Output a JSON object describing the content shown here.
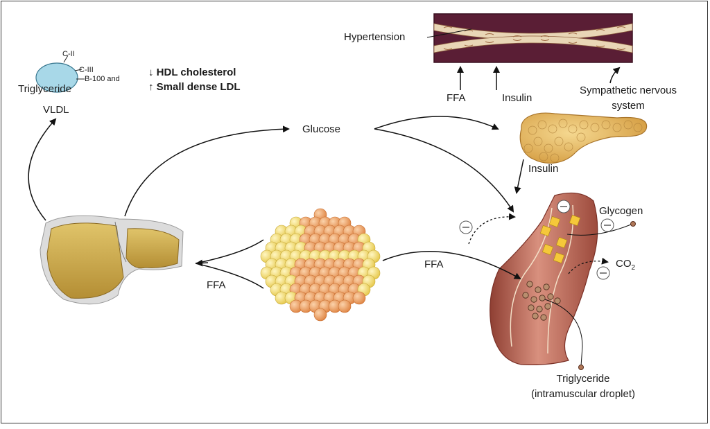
{
  "labels": {
    "hypertension": "Hypertension",
    "ffa_top": "FFA",
    "insulin_top": "Insulin",
    "sympathetic": "Sympathetic nervous",
    "sympathetic_2": "system",
    "glucose": "Glucose",
    "insulin_pancreas": "Insulin",
    "glycogen": "Glycogen",
    "co2": "CO",
    "co2_sub": "2",
    "ffa_middle": "FFA",
    "ffa_left": "FFA",
    "triglyceride_bottom": "Triglyceride",
    "intramuscular": "(intramuscular droplet)",
    "vldl": "VLDL",
    "triglyceride_vldl": "Triglyceride",
    "apo_c2": "C-II",
    "apo_c3": "C-III",
    "apo_b100": "B-100 and",
    "hdl": "HDL cholesterol",
    "sdldl": "Small dense LDL",
    "minus": "−"
  },
  "colors": {
    "vessel": "#5a1e35",
    "vessel_wall": "#e9d6b6",
    "pancreas": "#e2b25a",
    "liver": "#c9a44a",
    "fat_yellow": "#f2dc6c",
    "fat_orange": "#ec9c5e",
    "muscle": "#c8756a",
    "lipoprotein": "#a8d8e8"
  }
}
